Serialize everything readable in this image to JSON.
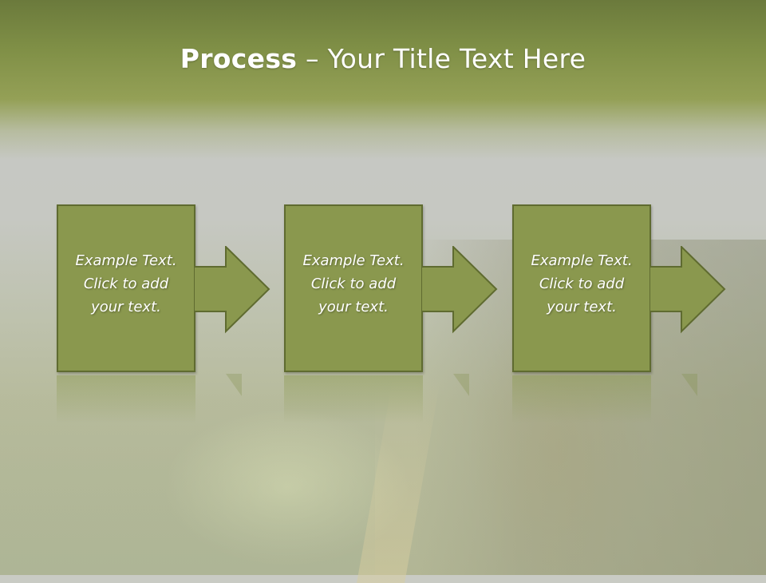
{
  "slide": {
    "title_bold": "Process",
    "title_rest": " – Your Title Text Here",
    "steps": [
      {
        "text": "Example Text.\nClick  to add\nyour text."
      },
      {
        "text": "Example Text.\nClick  to add\nyour text."
      },
      {
        "text": "Example Text.\nClick  to add\nyour text."
      }
    ]
  },
  "colors": {
    "header_green": "#7f8f46",
    "box_fill": "#8a984e",
    "box_border": "#5f6b30",
    "text": "#ffffff"
  }
}
